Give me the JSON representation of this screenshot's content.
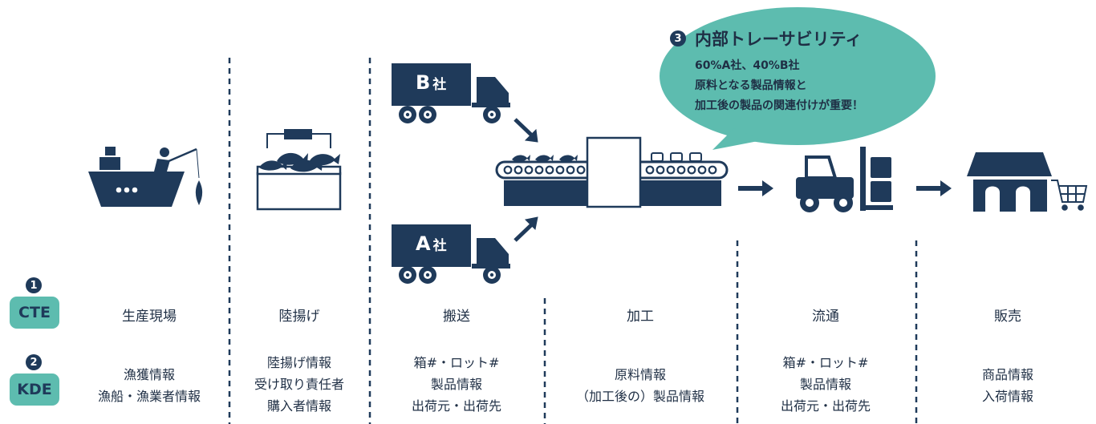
{
  "legend": {
    "cte": {
      "number": "1",
      "label": "CTE"
    },
    "kde": {
      "number": "2",
      "label": "KDE"
    }
  },
  "callout": {
    "number": "3",
    "title": "内部トレーサビリティ",
    "lines": [
      "60%A社、40%B社",
      "原料となる製品情報と",
      "加工後の製品の関連付けが重要！"
    ]
  },
  "trucks": {
    "b": {
      "letter": "B",
      "suffix": "社"
    },
    "a": {
      "letter": "A",
      "suffix": "社"
    }
  },
  "stages": [
    {
      "cte": "生産現場",
      "kde": [
        "漁獲情報",
        "漁船・漁業者情報"
      ]
    },
    {
      "cte": "陸揚げ",
      "kde": [
        "陸揚げ情報",
        "受け取り責任者",
        "購入者情報"
      ]
    },
    {
      "cte": "搬送",
      "kde": [
        "箱#・ロット#",
        "製品情報",
        "出荷元・出荷先"
      ]
    },
    {
      "cte": "加工",
      "kde": [
        "原料情報",
        "（加工後の）製品情報"
      ]
    },
    {
      "cte": "流通",
      "kde": [
        "箱#・ロット#",
        "製品情報",
        "出荷元・出荷先"
      ]
    },
    {
      "cte": "販売",
      "kde": [
        "商品情報",
        "入荷情報"
      ]
    }
  ],
  "colors": {
    "navy": "#1f3a5a",
    "teal": "#5dbcaf",
    "white": "#ffffff"
  }
}
